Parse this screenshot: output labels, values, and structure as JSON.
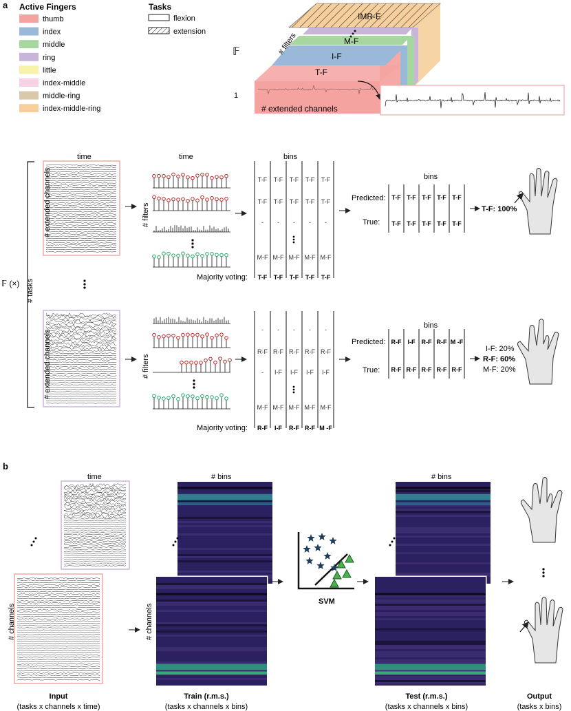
{
  "panel_a": {
    "label": "a",
    "legend": {
      "title": "Active Fingers",
      "items": [
        {
          "label": "thumb",
          "color": "#f4a3a0"
        },
        {
          "label": "index",
          "color": "#9ab9d8"
        },
        {
          "label": "middle",
          "color": "#a8d6a0"
        },
        {
          "label": "ring",
          "color": "#c9b5d9"
        },
        {
          "label": "little",
          "color": "#f8f3a8"
        },
        {
          "label": "index-middle",
          "color": "#f7d1e6"
        },
        {
          "label": "middle-ring",
          "color": "#d8c8ac"
        },
        {
          "label": "index-middle-ring",
          "color": "#f6cf9c"
        }
      ]
    },
    "tasks": {
      "title": "Tasks",
      "flexion": "flexion",
      "extension": "extension"
    },
    "tensor": {
      "symbol": "𝔽",
      "one": "1",
      "filters_label": "# filters",
      "channels_label": "# extended channels",
      "layers": [
        "T-F",
        "I-F",
        "M-F",
        "IMR-E"
      ]
    },
    "flow": {
      "time": "time",
      "bins": "bins",
      "extended_channels": "# extended channels",
      "tasks": "# tasks",
      "ftimes": "𝔽 (×)",
      "filters": "# filters",
      "predicted": "Predicted:",
      "true": "True:",
      "majority": "Majority voting:",
      "top": {
        "bins_rows": [
          [
            "T-F",
            "T-F",
            "T-F",
            "T-F",
            "T-F"
          ],
          [
            "T-F",
            "T-F",
            "T-F",
            "T-F",
            "T-F"
          ],
          [
            "-",
            "-",
            "-",
            "-",
            "-"
          ],
          [
            "M-F",
            "M-F",
            "M-F",
            "M-F",
            "M-F"
          ]
        ],
        "vote": [
          "T-F",
          "T-F",
          "T-F",
          "T-F",
          "T-F"
        ],
        "predicted": [
          "T-F",
          "T-F",
          "T-F",
          "T-F",
          "T-F"
        ],
        "true": [
          "T-F",
          "T-F",
          "T-F",
          "T-F",
          "T-F"
        ],
        "result": "T-F: 100%"
      },
      "bottom": {
        "bins_rows": [
          [
            "-",
            "-",
            "-",
            "-",
            "-"
          ],
          [
            "R-F",
            "R-F",
            "R-F",
            "R-F",
            "R-F"
          ],
          [
            "-",
            "I-F",
            "I-F",
            "I-F",
            "I-F"
          ],
          [
            "M-F",
            "M-F",
            "M-F",
            "M-F",
            "M-F"
          ]
        ],
        "vote": [
          "R-F",
          "I-F",
          "R-F",
          "R-F",
          "M -F"
        ],
        "predicted": [
          "R-F",
          "I-F",
          "R-F",
          "R-F",
          "M -F"
        ],
        "true": [
          "R-F",
          "R-F",
          "R-F",
          "R-F",
          "R-F"
        ],
        "result_lines": [
          "I-F: 20%",
          "R-F: 60%",
          "M-F: 20%"
        ]
      }
    }
  },
  "panel_b": {
    "label": "b",
    "time": "time",
    "bins": "# bins",
    "channels": "# channels",
    "svm": "SVM",
    "captions": [
      {
        "title": "Input",
        "sub": "(tasks x channels x time)"
      },
      {
        "title": "Train (r.m.s.)",
        "sub": "(tasks x channels x bins)"
      },
      {
        "title": "Test (r.m.s.)",
        "sub": "(tasks x channels x bins)"
      },
      {
        "title": "Output",
        "sub": "(tasks x bins)"
      }
    ]
  }
}
